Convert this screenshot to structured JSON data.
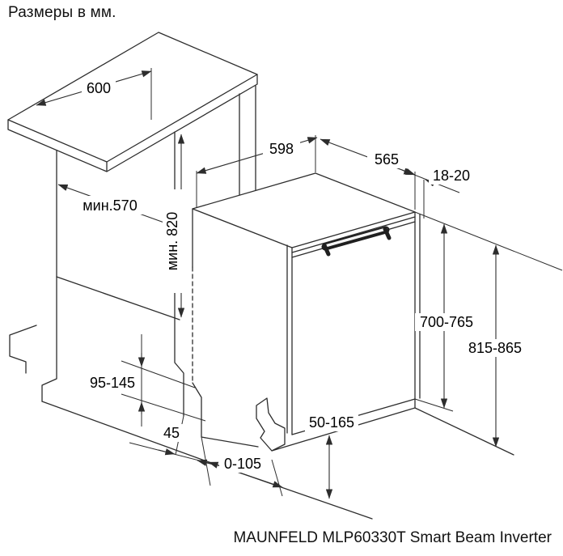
{
  "title": "Размеры в мм.",
  "caption": "MAUNFELD MLP60330T Smart Beam Inverter",
  "colors": {
    "line": "#2d2d2d",
    "background": "#ffffff",
    "text": "#000000"
  },
  "dimensions": {
    "counter_width": "600",
    "niche_depth_min": "мин.570",
    "niche_height_min": "мин. 820",
    "appliance_width": "598",
    "appliance_depth": "565",
    "facade_thickness": "18-20",
    "facade_height": "700-765",
    "overall_height": "815-865",
    "plinth_height": "95-145",
    "side_clearance": "45",
    "facade_bottom_overhang": "0-105",
    "facade_floor_gap": "50-165"
  }
}
